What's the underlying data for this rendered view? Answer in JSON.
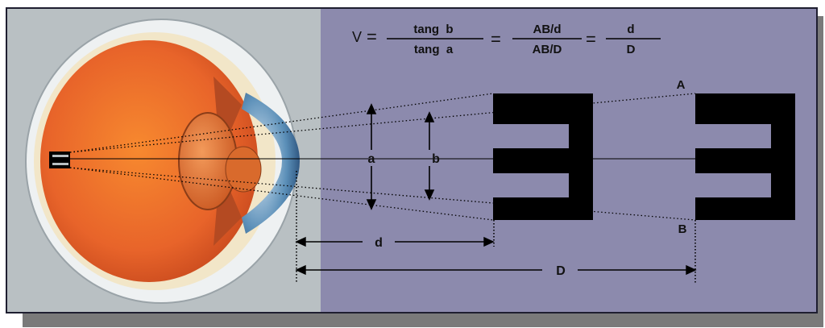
{
  "formula": {
    "lhs": "V",
    "eq1": "=",
    "frac1_num": "tang  b",
    "frac1_den": "tang  a",
    "eq2": "=",
    "frac2_num": "AB/d",
    "frac2_den": "AB/D",
    "eq3": "=",
    "frac3_num": "d",
    "frac3_den": "D"
  },
  "labels": {
    "angle_a": "a",
    "angle_b": "b",
    "point_A": "A",
    "point_B": "B",
    "dist_d": "d",
    "dist_D": "D"
  },
  "colors": {
    "panel": "#8c8aad",
    "panel_border": "#1e1e30",
    "shadow": "#7a7a7a",
    "eye_bg": "#b9c0c3",
    "eye_orange": "#e8682a",
    "optotype": "#000000"
  }
}
